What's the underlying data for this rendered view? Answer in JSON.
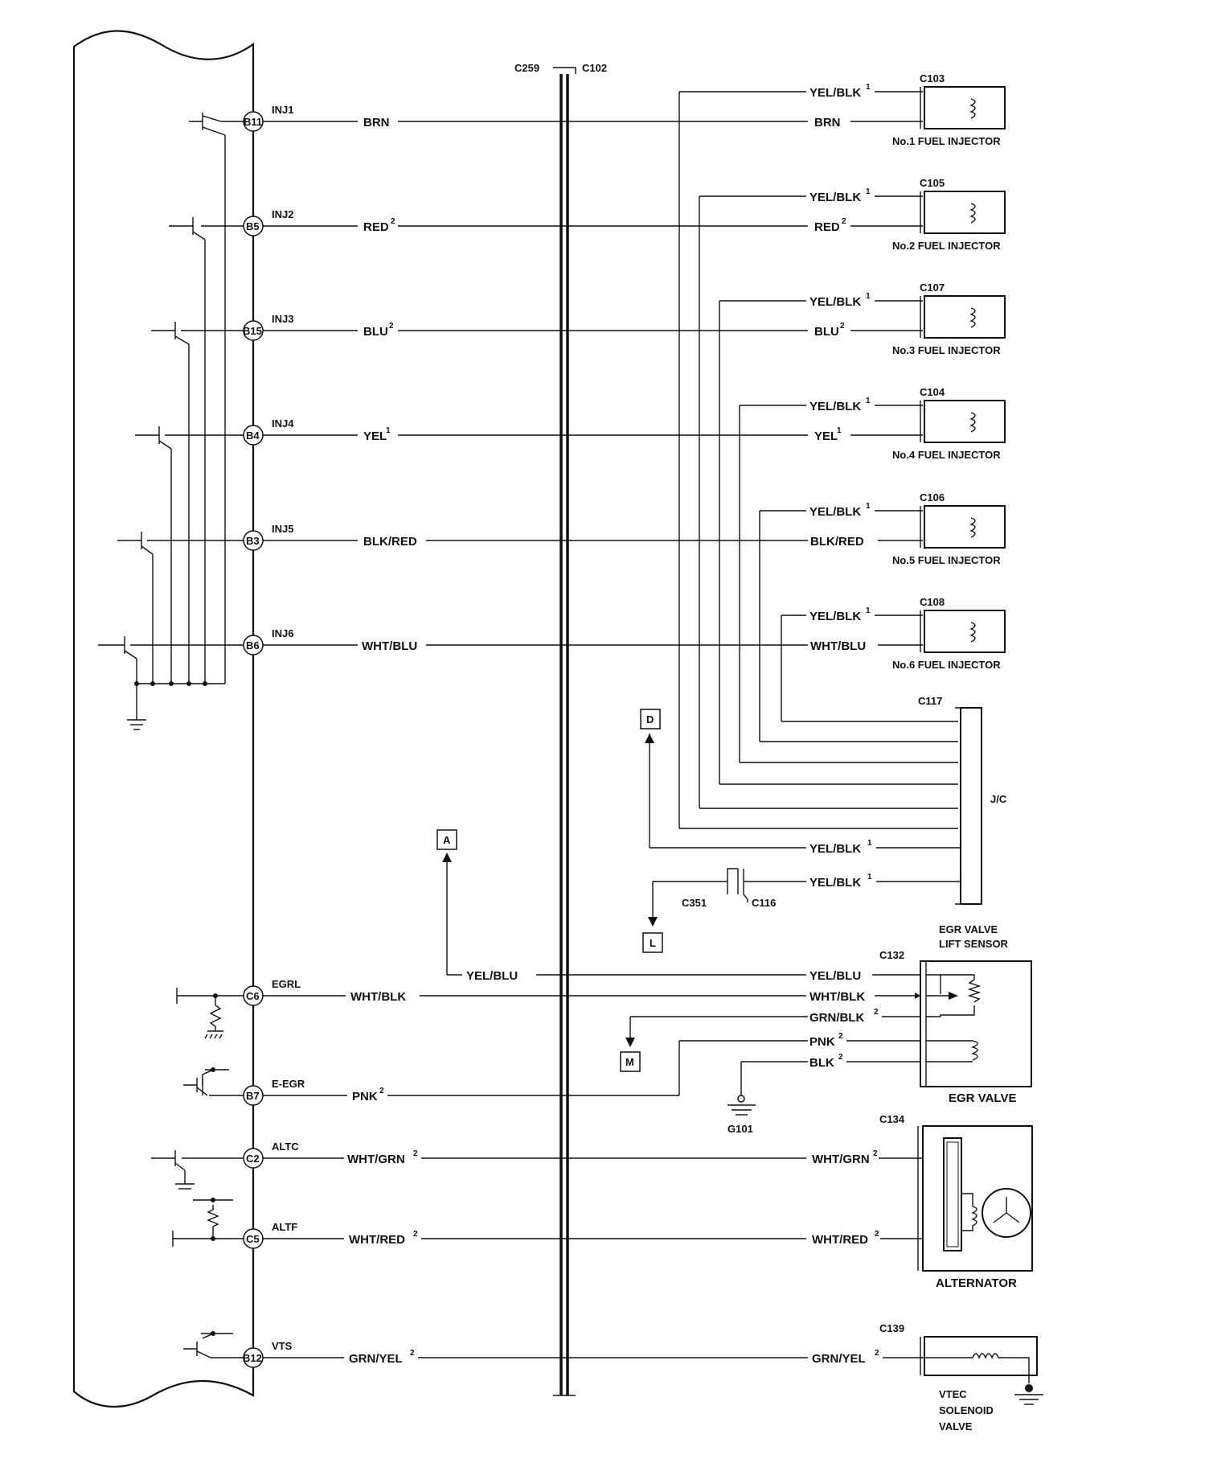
{
  "connectors": {
    "c259": "C259",
    "c102": "C102",
    "c117": "C117",
    "c351": "C351",
    "c116": "C116",
    "c132": "C132",
    "c134": "C134",
    "c139": "C139"
  },
  "injectors": [
    {
      "pin": "B11",
      "signal": "INJ1",
      "wire": "BRN",
      "sup": "",
      "conn": "C103",
      "name": "No.1 FUEL INJECTOR"
    },
    {
      "pin": "B5",
      "signal": "INJ2",
      "wire": "RED",
      "sup": "2",
      "conn": "C105",
      "name": "No.2 FUEL INJECTOR"
    },
    {
      "pin": "B15",
      "signal": "INJ3",
      "wire": "BLU",
      "sup": "2",
      "conn": "C107",
      "name": "No.3 FUEL INJECTOR"
    },
    {
      "pin": "B4",
      "signal": "INJ4",
      "wire": "YEL",
      "sup": "1",
      "conn": "C104",
      "name": "No.4 FUEL INJECTOR"
    },
    {
      "pin": "B3",
      "signal": "INJ5",
      "wire": "BLK/RED",
      "sup": "",
      "conn": "C106",
      "name": "No.5 FUEL INJECTOR"
    },
    {
      "pin": "B6",
      "signal": "INJ6",
      "wire": "WHT/BLU",
      "sup": "",
      "conn": "C108",
      "name": "No.6 FUEL INJECTOR"
    }
  ],
  "supply_wire": {
    "label": "YEL/BLK",
    "sup": "1"
  },
  "jc_label": "J/C",
  "refs": {
    "D": "D",
    "A": "A",
    "L": "L",
    "M": "M"
  },
  "egr_sensor_title": [
    "EGR VALVE",
    "LIFT SENSOR"
  ],
  "egr_valve_label": "EGR VALVE",
  "g101": "G101",
  "alternator_label": "ALTERNATOR",
  "vtec_label": [
    "VTEC",
    "SOLENOID",
    "VALVE"
  ],
  "lower_pins": [
    {
      "pin": "C6",
      "signal": "EGRL",
      "wire": "WHT/BLK",
      "sup": ""
    },
    {
      "pin": "B7",
      "signal": "E-EGR",
      "wire": "PNK",
      "sup": "2"
    },
    {
      "pin": "C2",
      "signal": "ALTC",
      "wire": "WHT/GRN",
      "sup": "2"
    },
    {
      "pin": "C5",
      "signal": "ALTF",
      "wire": "WHT/RED",
      "sup": "2"
    },
    {
      "pin": "B12",
      "signal": "VTS",
      "wire": "GRN/YEL",
      "sup": "2"
    }
  ],
  "egr_wires": [
    {
      "label": "YEL/BLU",
      "sup": ""
    },
    {
      "label": "WHT/BLK",
      "sup": ""
    },
    {
      "label": "GRN/BLK",
      "sup": "2"
    },
    {
      "label": "PNK",
      "sup": "2"
    },
    {
      "label": "BLK",
      "sup": "2"
    }
  ],
  "yelblu_left": "YEL/BLU"
}
